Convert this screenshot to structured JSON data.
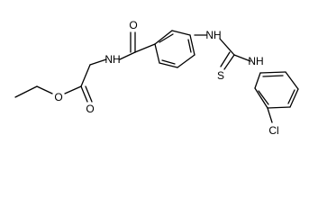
{
  "molecule": {
    "atoms": {
      "O_carbonyl_top": "O",
      "NH_amide": "NH",
      "NH_thiourea": "NH",
      "S_thione": "S",
      "NH_aryl": "NH",
      "O_ester_ether": "O",
      "O_ester_carbonyl": "O",
      "Cl": "Cl"
    }
  }
}
